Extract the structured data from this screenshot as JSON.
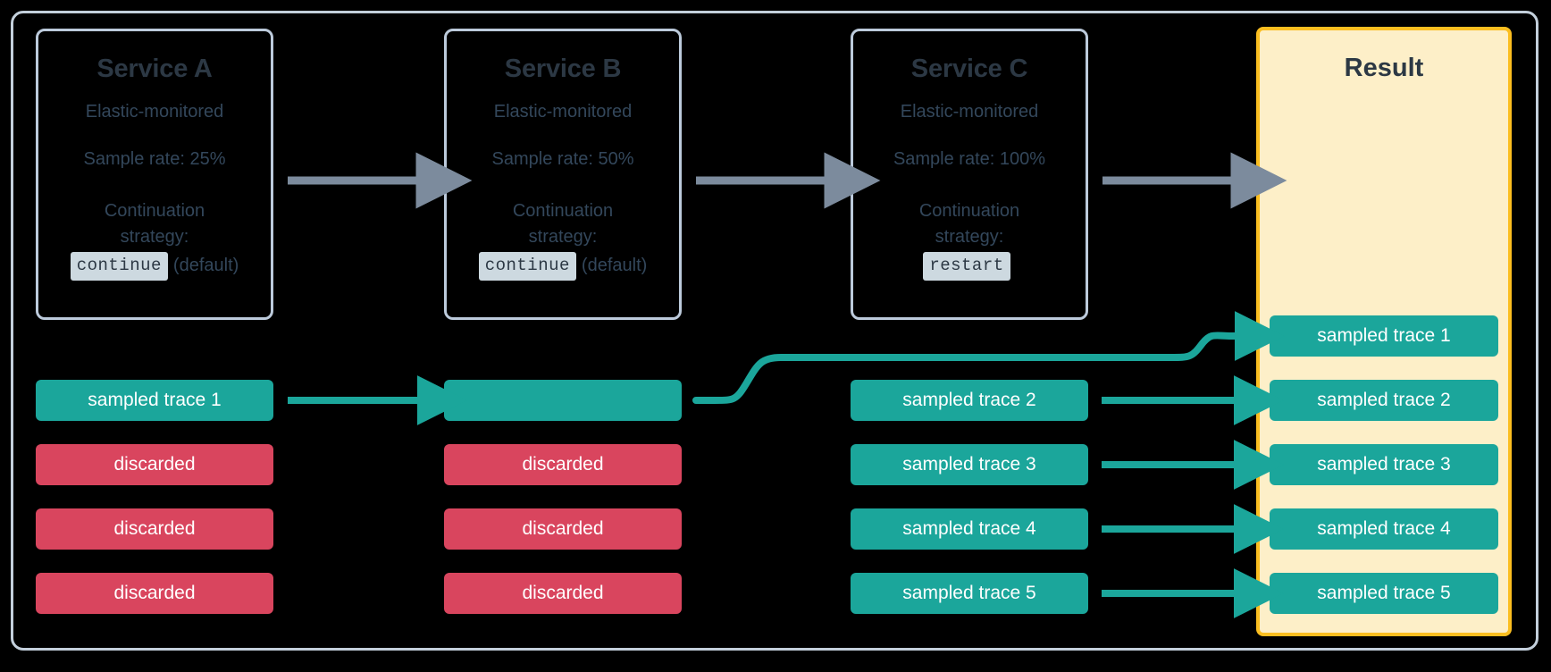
{
  "diagram": {
    "title_hidden": "Distributed tracing sample rate propagation",
    "colors": {
      "teal": "#1ba69b",
      "red": "#d9455e",
      "yellow_border": "#fbbe20",
      "cream_fill": "#fdefc8",
      "card_border": "#bccadb",
      "gray_arrow": "#7c8b9d",
      "title_text": "#2c3844",
      "body_text": "#33475b",
      "badge_bg": "#cdd9e0",
      "background": "#000000"
    }
  },
  "services": [
    {
      "title": "Service A",
      "subtitle": "Elastic-monitored",
      "sample_rate": "Sample rate: 25%",
      "strategy_label_line1": "Continuation",
      "strategy_label_line2": "strategy:",
      "strategy_value": "continue",
      "strategy_note": "(default)"
    },
    {
      "title": "Service B",
      "subtitle": "Elastic-monitored",
      "sample_rate": "Sample rate: 50%",
      "strategy_label_line1": "Continuation",
      "strategy_label_line2": "strategy:",
      "strategy_value": "continue",
      "strategy_note": "(default)"
    },
    {
      "title": "Service C",
      "subtitle": "Elastic-monitored",
      "sample_rate": "Sample rate: 100%",
      "strategy_label_line1": "Continuation",
      "strategy_label_line2": "strategy:",
      "strategy_value": "restart",
      "strategy_note": ""
    }
  ],
  "result": {
    "title": "Result"
  },
  "columns": {
    "service_a_traces": [
      {
        "label": "sampled trace 1",
        "state": "sampled"
      },
      {
        "label": "discarded",
        "state": "discarded"
      },
      {
        "label": "discarded",
        "state": "discarded"
      },
      {
        "label": "discarded",
        "state": "discarded"
      }
    ],
    "service_b_traces": [
      {
        "label": "",
        "state": "sampled"
      },
      {
        "label": "discarded",
        "state": "discarded"
      },
      {
        "label": "discarded",
        "state": "discarded"
      },
      {
        "label": "discarded",
        "state": "discarded"
      }
    ],
    "service_c_traces": [
      {
        "label": "sampled trace 2",
        "state": "sampled"
      },
      {
        "label": "sampled trace 3",
        "state": "sampled"
      },
      {
        "label": "sampled trace 4",
        "state": "sampled"
      },
      {
        "label": "sampled trace 5",
        "state": "sampled"
      }
    ],
    "result_traces": [
      {
        "label": "sampled trace 1",
        "state": "sampled"
      },
      {
        "label": "sampled trace 2",
        "state": "sampled"
      },
      {
        "label": "sampled trace 3",
        "state": "sampled"
      },
      {
        "label": "sampled trace 4",
        "state": "sampled"
      },
      {
        "label": "sampled trace 5",
        "state": "sampled"
      }
    ]
  }
}
